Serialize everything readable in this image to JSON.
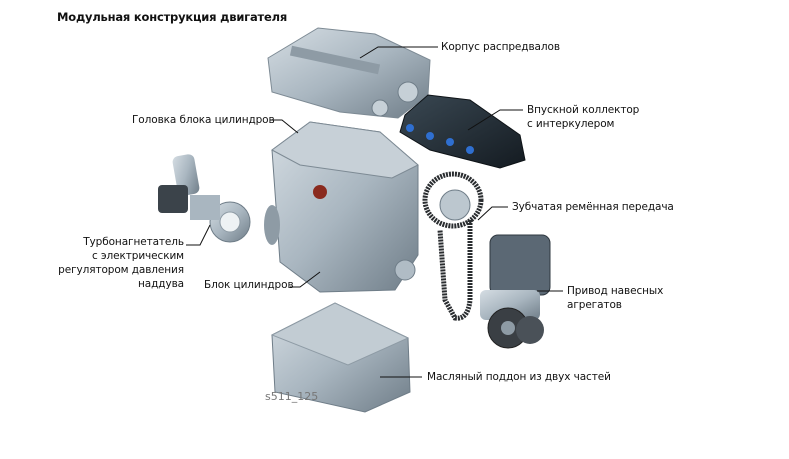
{
  "title": "Модульная конструкция двигателя",
  "labels": {
    "camshaft_housing": "Корпус распредвалов",
    "intake_manifold_1": "Впускной коллектор",
    "intake_manifold_2": "с интеркулером",
    "cylinder_head": "Головка блока цилиндров",
    "toothed_belt": "Зубчатая ремённая передача",
    "turbo_1": "Турбонагнетатель",
    "turbo_2": "с электрическим",
    "turbo_3": "регулятором давления",
    "turbo_4": "наддува",
    "cylinder_block": "Блок цилиндров",
    "aux_drive_1": "Привод навесных",
    "aux_drive_2": "агрегатов",
    "oil_pan": "Масляный поддон из двух частей"
  },
  "figure_id": "s511_125",
  "colors": {
    "metal": "#a9b6c0",
    "metal_dark": "#6f7d88",
    "metal_light": "#d3dbe1",
    "manifold": "#1f2a33",
    "manifold_accent": "#2f6fd0",
    "belt": "#2a2d30",
    "leader": "#111111"
  }
}
